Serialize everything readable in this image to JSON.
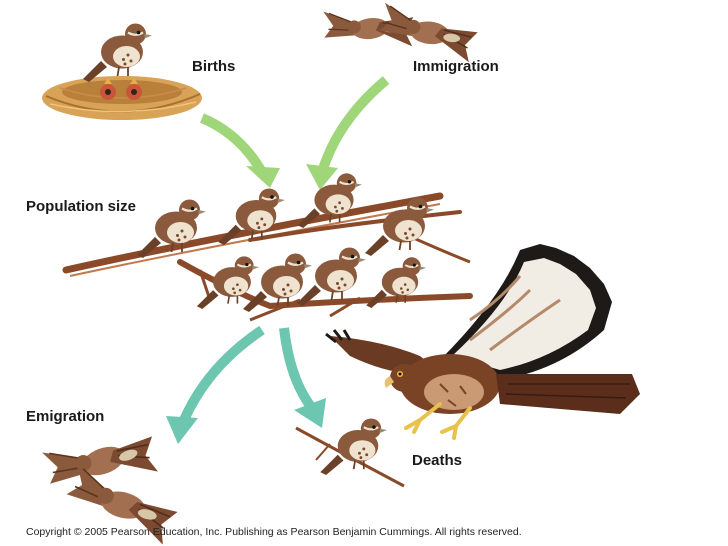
{
  "labels": {
    "births": "Births",
    "immigration": "Immigration",
    "population_size": "Population size",
    "emigration": "Emigration",
    "deaths": "Deaths"
  },
  "copyright": "Copyright © 2005 Pearson Education, Inc. Publishing as Pearson Benjamin Cummings. All rights reserved.",
  "colors": {
    "inflow_arrow": "#9fd67a",
    "outflow_arrow": "#6cc6b0",
    "branch": "#8a4a2a",
    "sparrow_body": "#8b5a3c",
    "sparrow_breast": "#efe3cf",
    "nest": "#d8a257",
    "hawk_body": "#7a4326",
    "hawk_wing_white": "#f1ece4"
  }
}
